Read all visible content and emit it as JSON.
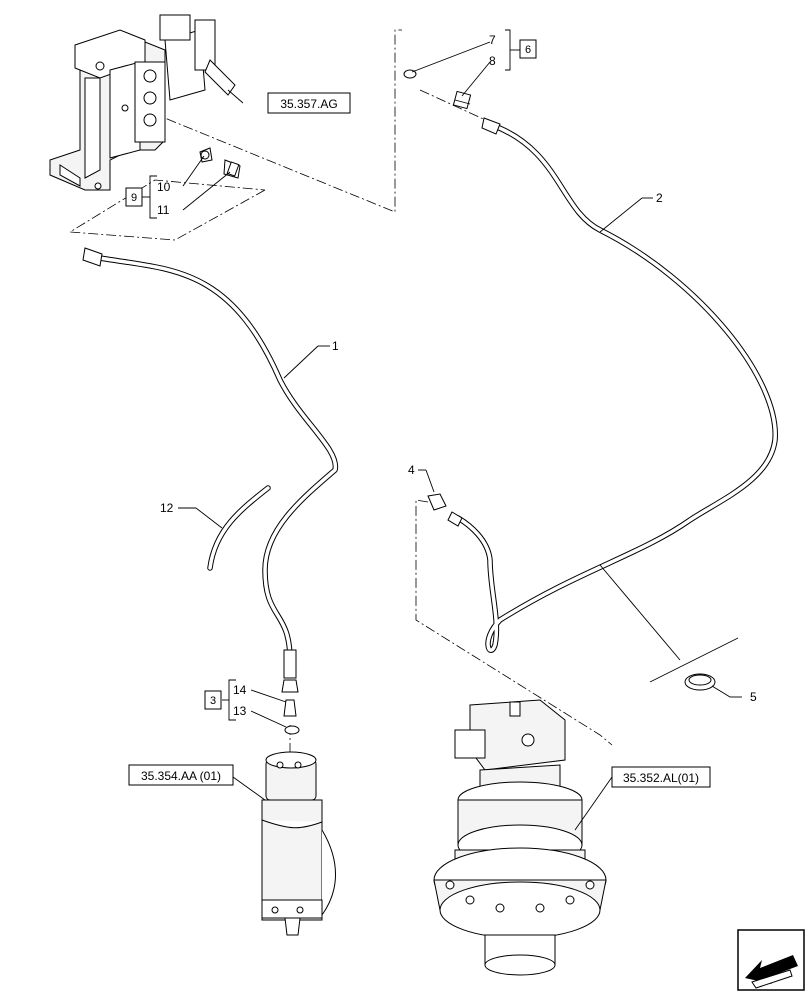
{
  "references": {
    "valve": "35.357.AG",
    "swivel": "35.354.AA (01)",
    "motor": "35.352.AL(01)"
  },
  "groups": {
    "g6": "6",
    "g9": "9",
    "g3": "3"
  },
  "callouts": {
    "c1": "1",
    "c2": "2",
    "c4": "4",
    "c5": "5",
    "c7": "7",
    "c8": "8",
    "c10": "10",
    "c11": "11",
    "c12": "12",
    "c13": "13",
    "c14": "14"
  },
  "icons": {
    "navigation": "back-arrow-icon"
  }
}
